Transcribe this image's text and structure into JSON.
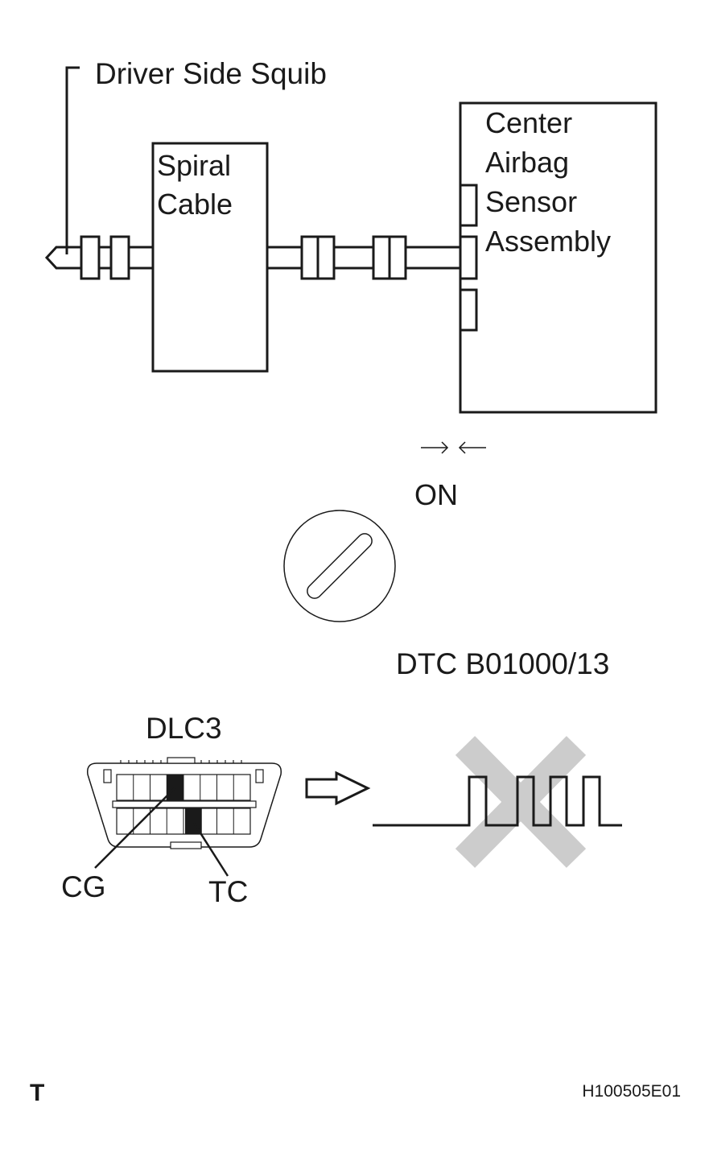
{
  "labels": {
    "driver_side_squib": "Driver Side Squib",
    "spiral_cable_line1": "Spiral",
    "spiral_cable_line2": "Cable",
    "center_airbag_line1": "Center",
    "center_airbag_line2": "Airbag",
    "center_airbag_line3": "Sensor",
    "center_airbag_line4": "Assembly",
    "ignition_on": "ON",
    "dtc_code": "DTC B01000/13",
    "dlc3": "DLC3",
    "cg_terminal": "CG",
    "tc_terminal": "TC",
    "corner_mark": "T",
    "figure_id": "H100505E01"
  },
  "colors": {
    "line": "#1a1a1a",
    "cross_mark": "#cccccc",
    "background": "#ffffff"
  }
}
